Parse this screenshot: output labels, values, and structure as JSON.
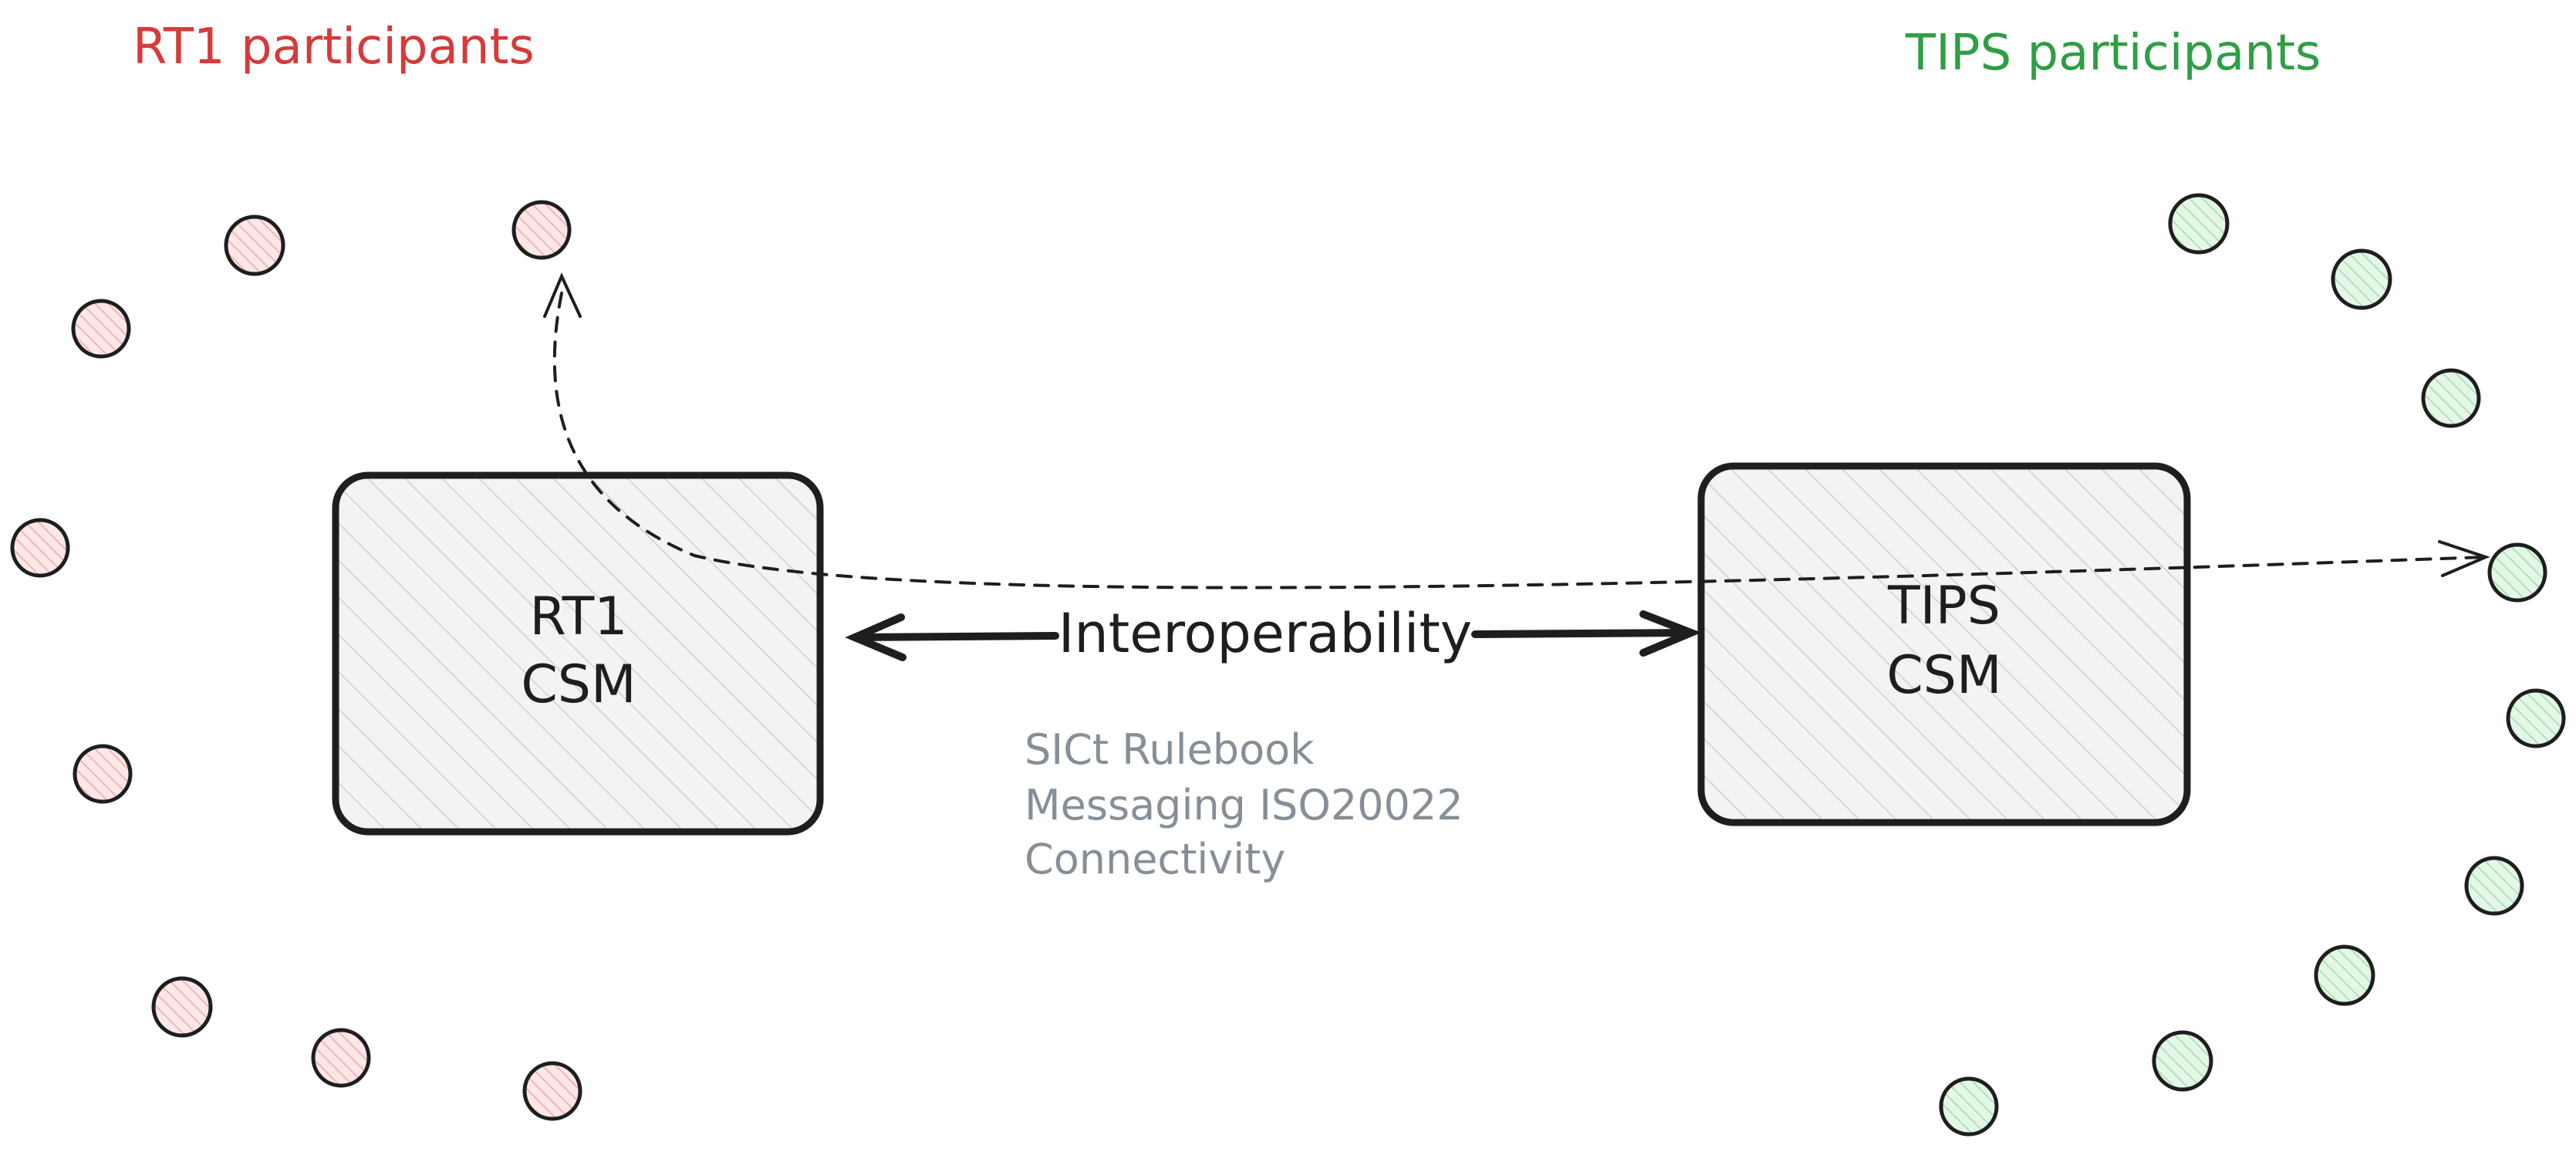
{
  "groups": {
    "rt1": {
      "title": "RT1 participants",
      "color": "#d63a3a",
      "fill": "#f6c9c9"
    },
    "tips": {
      "title": "TIPS participants",
      "color": "#2f9e44",
      "fill": "#c3ecc9"
    }
  },
  "boxes": {
    "rt1": {
      "line1": "RT1",
      "line2": "CSM"
    },
    "tips": {
      "line1": "TIPS",
      "line2": "CSM"
    }
  },
  "link": {
    "label": "Interoperability"
  },
  "notes": {
    "color": "#868e96",
    "lines": [
      "SICt Rulebook",
      "Messaging ISO20022",
      "Connectivity"
    ]
  },
  "colors": {
    "stroke": "#1e1e1e",
    "box_fill": "#e9e9e9"
  }
}
